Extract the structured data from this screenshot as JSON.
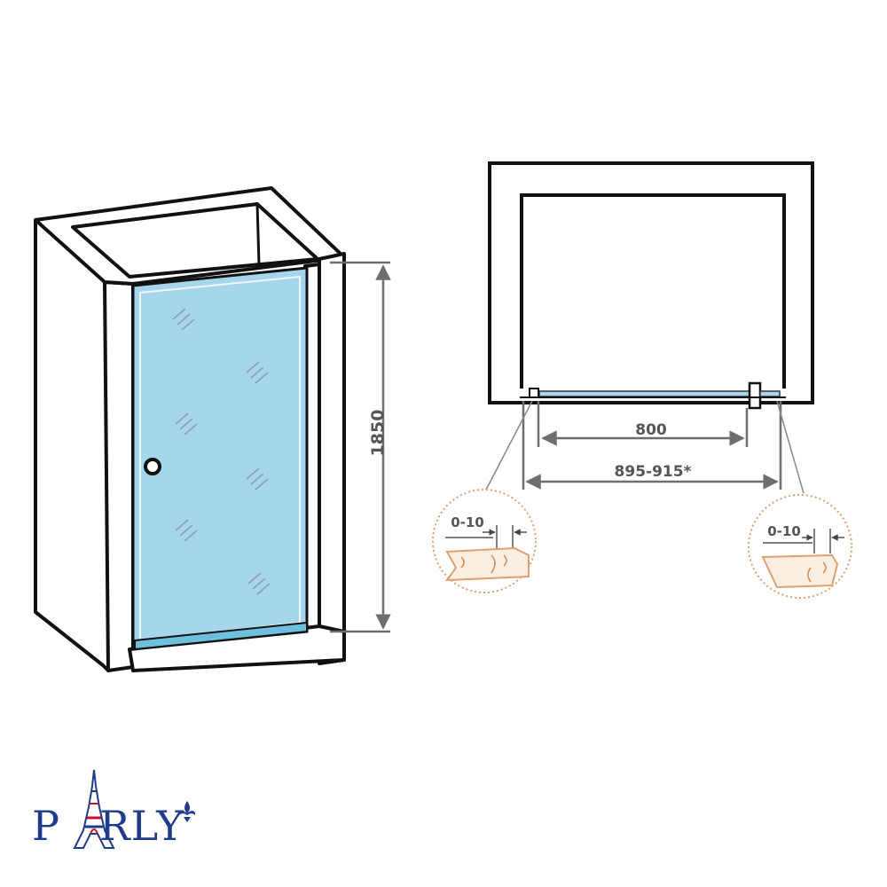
{
  "dimensions": {
    "height": "1850",
    "door_width": "800",
    "opening_range": "895-915*",
    "adjust_left": "0-10",
    "adjust_right": "0-10"
  },
  "logo": {
    "letters_before": "P",
    "letters_after": "RLY"
  },
  "colors": {
    "glass": "#a6d6ec",
    "outline": "#111111",
    "dimension": "#6e6e6e",
    "detail_circle": "#e0a070",
    "brand": "#1f3c8c"
  }
}
